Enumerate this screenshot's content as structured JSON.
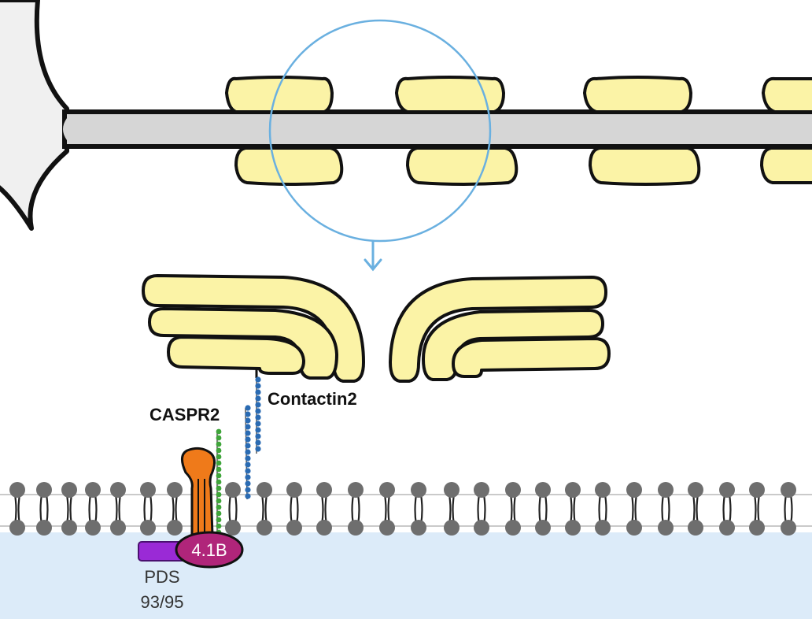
{
  "labels": {
    "contactin": "Contactin2",
    "caspr": "CASPR2",
    "protein41b": "4.1B",
    "pds_line1": "PDS",
    "pds_line2": "93/95"
  },
  "colors": {
    "myelin": "#fbf3a6",
    "outline": "#111111",
    "axon": "#d6d6d6",
    "soma": "#f0f0f0",
    "magnifier": "#6ab0e0",
    "contactin_beads": "#2a6bb3",
    "caspr_beads": "#3fa53a",
    "receptor": "#ef7a1a",
    "protein41b": "#b0257a",
    "pds": "#9a2ad6",
    "lipid_head": "#6e6e6e",
    "cytoplasm": "#dcebf9"
  },
  "icons": {
    "magnifier": "magnifier-circle-icon",
    "zoom_arrow": "down-arrow-icon"
  }
}
